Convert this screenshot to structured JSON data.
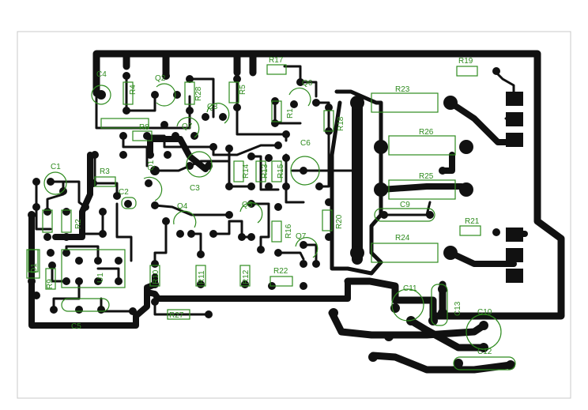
{
  "colors": {
    "copper": "#111111",
    "silkscreen": "#2e8b1e",
    "background": "#ffffff",
    "frame": "#c8c8c8"
  },
  "labels": [
    {
      "id": "r4",
      "text": "R4"
    },
    {
      "id": "q2",
      "text": "Q2"
    },
    {
      "id": "r28",
      "text": "R28"
    },
    {
      "id": "r5",
      "text": "R5"
    },
    {
      "id": "r17",
      "text": "R17"
    },
    {
      "id": "q6",
      "text": "Q6"
    },
    {
      "id": "r19",
      "text": "R19"
    },
    {
      "id": "q3",
      "text": "Q3"
    },
    {
      "id": "r8",
      "text": "R8"
    },
    {
      "id": "q7a",
      "text": "Q7"
    },
    {
      "id": "r1",
      "text": "R1"
    },
    {
      "id": "c6",
      "text": "C6"
    },
    {
      "id": "r23",
      "text": "R23"
    },
    {
      "id": "r26",
      "text": "R26"
    },
    {
      "id": "r25",
      "text": "R25"
    },
    {
      "id": "c9",
      "text": "C9"
    },
    {
      "id": "r21",
      "text": "R21"
    },
    {
      "id": "r24",
      "text": "R24"
    },
    {
      "id": "c1",
      "text": "C1"
    },
    {
      "id": "r3",
      "text": "R3"
    },
    {
      "id": "c2",
      "text": "C2"
    },
    {
      "id": "q1",
      "text": "Q1"
    },
    {
      "id": "c3",
      "text": "C3"
    },
    {
      "id": "r14",
      "text": "R14"
    },
    {
      "id": "r13",
      "text": "R13"
    },
    {
      "id": "r15",
      "text": "R15"
    },
    {
      "id": "q4",
      "text": "Q4"
    },
    {
      "id": "q5",
      "text": "Q5"
    },
    {
      "id": "r16",
      "text": "R16"
    },
    {
      "id": "r20",
      "text": "R20"
    },
    {
      "id": "q7b",
      "text": "Q7"
    },
    {
      "id": "r22",
      "text": "R22"
    },
    {
      "id": "r10",
      "text": "R10"
    },
    {
      "id": "r11",
      "text": "R11"
    },
    {
      "id": "r12",
      "text": "R12"
    },
    {
      "id": "r27",
      "text": "R27"
    },
    {
      "id": "d1",
      "text": "D1"
    },
    {
      "id": "c5",
      "text": "C5"
    },
    {
      "id": "c11",
      "text": "C11"
    },
    {
      "id": "c13",
      "text": "C13"
    },
    {
      "id": "c10",
      "text": "C10"
    },
    {
      "id": "c12",
      "text": "C12"
    },
    {
      "id": "r18",
      "text": "R18"
    },
    {
      "id": "r9",
      "text": "R9"
    },
    {
      "id": "r2",
      "text": "R2"
    },
    {
      "id": "u1",
      "text": "U1"
    },
    {
      "id": "c4",
      "text": "C4"
    }
  ]
}
